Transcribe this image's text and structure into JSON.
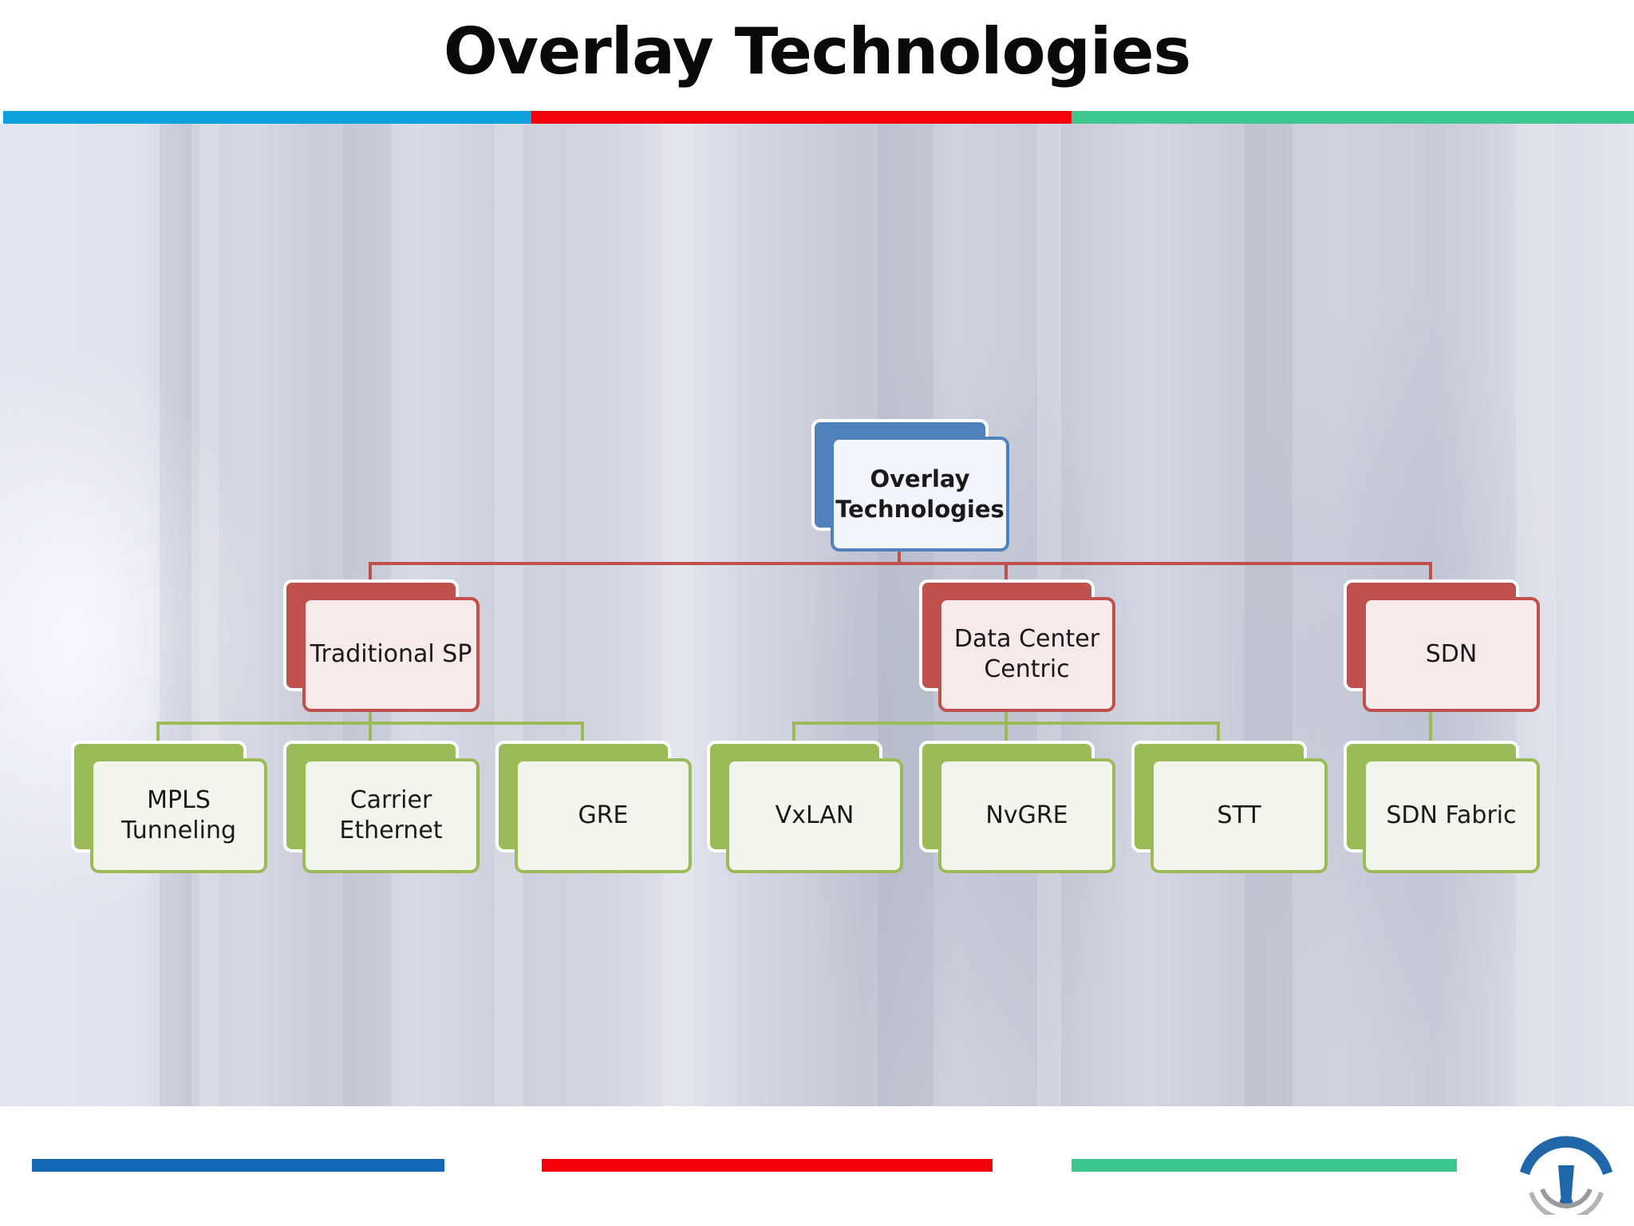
{
  "title": "Overlay Technologies",
  "colors": {
    "blue": "#0ea0dc",
    "red": "#f4000c",
    "green": "#3fc790",
    "footer_blue": "#1468b8",
    "root": "#4f81bd",
    "category": "#c0504d",
    "leaf": "#9bbb59"
  },
  "diagram": {
    "root": "Overlay\nTechnologies",
    "categories": [
      {
        "label": "Traditional SP",
        "children": [
          "MPLS\nTunneling",
          "Carrier\nEthernet",
          "GRE"
        ]
      },
      {
        "label": "Data Center\nCentric",
        "children": [
          "VxLAN",
          "NvGRE",
          "STT"
        ]
      },
      {
        "label": "SDN",
        "children": [
          "SDN Fabric"
        ]
      }
    ]
  },
  "logo": {
    "icon": "signal-tower-logo-icon"
  }
}
